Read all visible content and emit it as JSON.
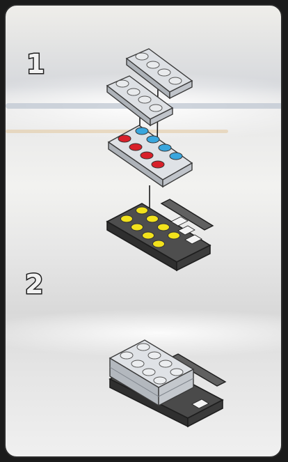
{
  "steps": [
    {
      "number": "1"
    },
    {
      "number": "2"
    }
  ],
  "colors": {
    "frame": "#1e1e1e",
    "brick_light_gray": "#c9cdd2",
    "brick_dark_gray": "#4b4b4b",
    "stud_red": "#d8202a",
    "stud_blue": "#3aa6dd",
    "stud_yellow": "#f2e21c"
  },
  "icons": [
    "light-gray-plate-1x4",
    "light-gray-plate-2x4-red-blue-studs",
    "dark-gray-grille-yellow-studs",
    "assembled-submodel"
  ]
}
